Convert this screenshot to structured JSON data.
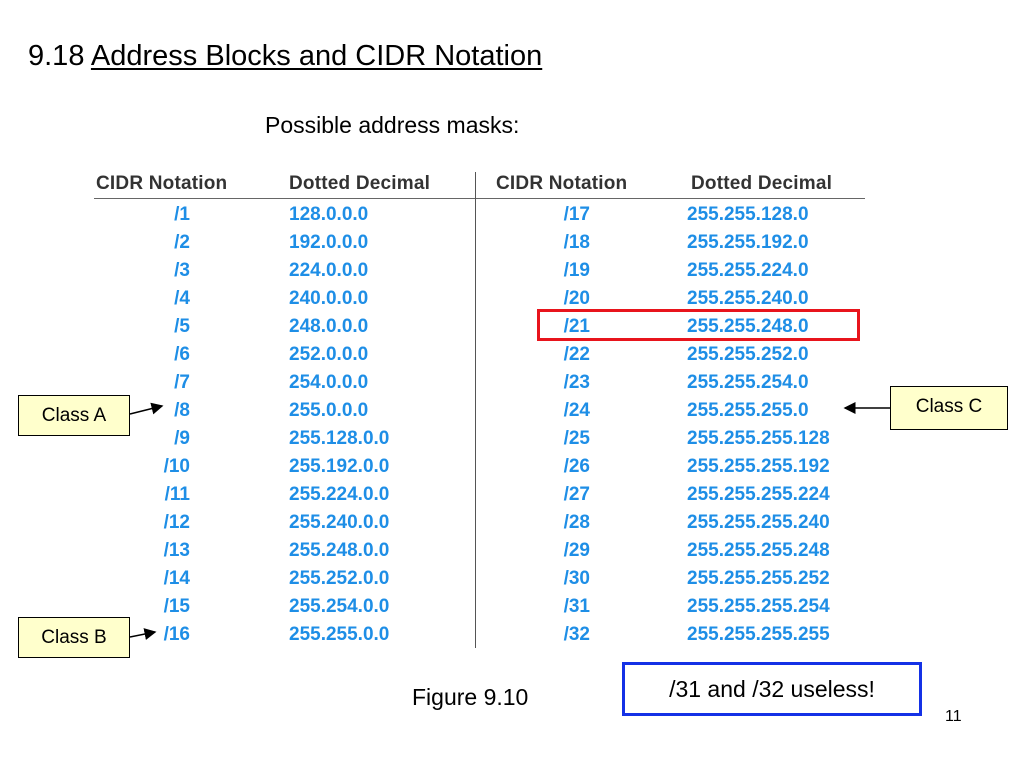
{
  "title": {
    "number": "9.18",
    "text": "Address Blocks and CIDR Notation"
  },
  "subtitle": "Possible address masks:",
  "table": {
    "headers": [
      "CIDR Notation",
      "Dotted Decimal",
      "CIDR Notation",
      "Dotted Decimal"
    ],
    "left": [
      [
        "/1",
        "128.0.0.0"
      ],
      [
        "/2",
        "192.0.0.0"
      ],
      [
        "/3",
        "224.0.0.0"
      ],
      [
        "/4",
        "240.0.0.0"
      ],
      [
        "/5",
        "248.0.0.0"
      ],
      [
        "/6",
        "252.0.0.0"
      ],
      [
        "/7",
        "254.0.0.0"
      ],
      [
        "/8",
        "255.0.0.0"
      ],
      [
        "/9",
        "255.128.0.0"
      ],
      [
        "/10",
        "255.192.0.0"
      ],
      [
        "/11",
        "255.224.0.0"
      ],
      [
        "/12",
        "255.240.0.0"
      ],
      [
        "/13",
        "255.248.0.0"
      ],
      [
        "/14",
        "255.252.0.0"
      ],
      [
        "/15",
        "255.254.0.0"
      ],
      [
        "/16",
        "255.255.0.0"
      ]
    ],
    "right": [
      [
        "/17",
        "255.255.128.0"
      ],
      [
        "/18",
        "255.255.192.0"
      ],
      [
        "/19",
        "255.255.224.0"
      ],
      [
        "/20",
        "255.255.240.0"
      ],
      [
        "/21",
        "255.255.248.0"
      ],
      [
        "/22",
        "255.255.252.0"
      ],
      [
        "/23",
        "255.255.254.0"
      ],
      [
        "/24",
        "255.255.255.0"
      ],
      [
        "/25",
        "255.255.255.128"
      ],
      [
        "/26",
        "255.255.255.192"
      ],
      [
        "/27",
        "255.255.255.224"
      ],
      [
        "/28",
        "255.255.255.240"
      ],
      [
        "/29",
        "255.255.255.248"
      ],
      [
        "/30",
        "255.255.255.252"
      ],
      [
        "/31",
        "255.255.255.254"
      ],
      [
        "/32",
        "255.255.255.255"
      ]
    ],
    "highlighted": "/21"
  },
  "labels": {
    "class_a": "Class A",
    "class_b": "Class B",
    "class_c": "Class C"
  },
  "figure_caption": "Figure 9.10",
  "note": "/31 and /32 useless!",
  "page_number": "11",
  "colors": {
    "cell_text": "#1e8ee6",
    "highlight_box": "#e8141c",
    "note_border": "#1431e6",
    "label_bg": "#ffffcc"
  }
}
